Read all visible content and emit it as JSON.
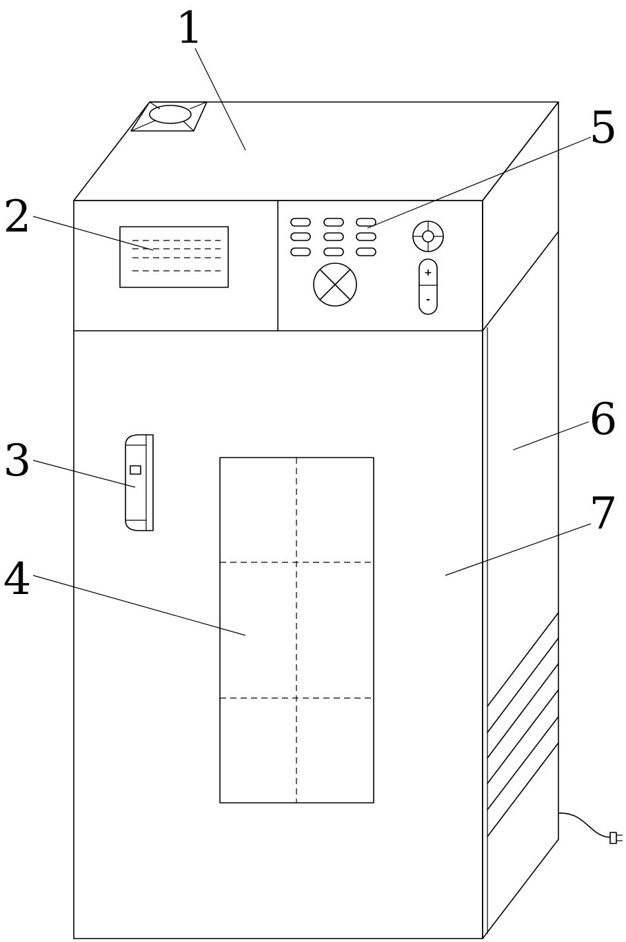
{
  "labels": [
    {
      "id": "1",
      "text": "1"
    },
    {
      "id": "2",
      "text": "2"
    },
    {
      "id": "3",
      "text": "3"
    },
    {
      "id": "4",
      "text": "4"
    },
    {
      "id": "5",
      "text": "5"
    },
    {
      "id": "6",
      "text": "6"
    },
    {
      "id": "7",
      "text": "7"
    }
  ],
  "controls": {
    "plus": "+",
    "minus": "-"
  }
}
